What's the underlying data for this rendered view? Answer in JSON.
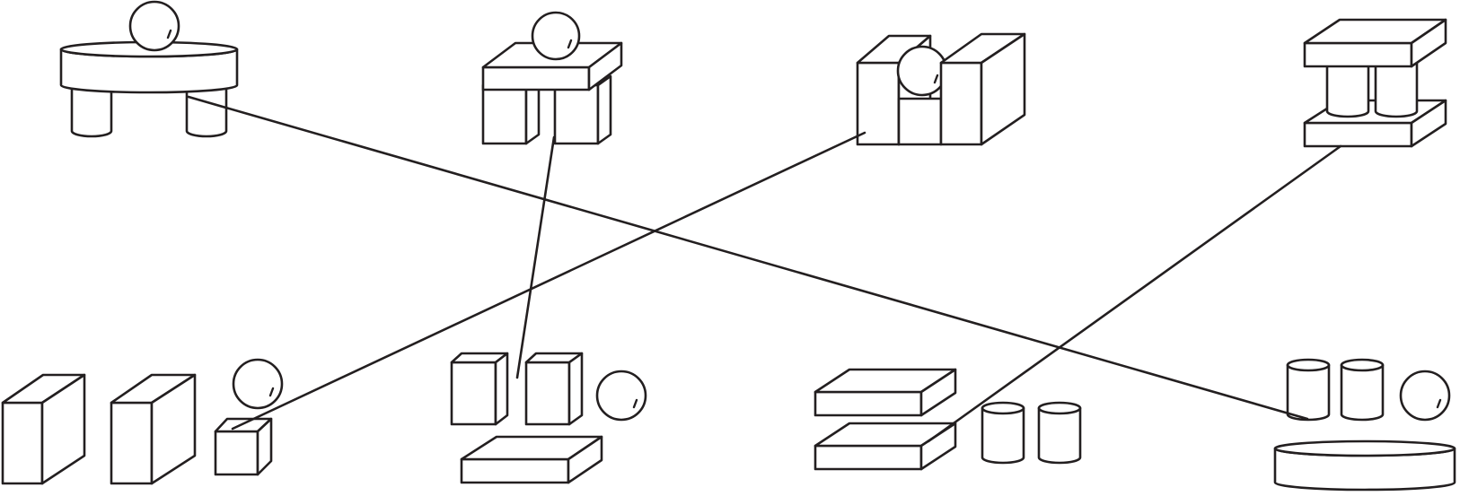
{
  "diagram": {
    "description_text": "",
    "top_row": [
      {
        "id": "A1",
        "name": "round-table-with-ball"
      },
      {
        "id": "A2",
        "name": "slab-on-two-cubes-with-ball"
      },
      {
        "id": "A3",
        "name": "ball-between-two-cubes"
      },
      {
        "id": "A4",
        "name": "two-cylinders-between-slabs"
      }
    ],
    "bottom_row": [
      {
        "id": "B1",
        "name": "two-cubes-small-cube-ball"
      },
      {
        "id": "B2",
        "name": "two-blocks-slab-ball"
      },
      {
        "id": "B3",
        "name": "two-slabs-two-cylinders"
      },
      {
        "id": "B4",
        "name": "three-shapes-and-disc"
      }
    ],
    "connections": [
      {
        "from": "A1",
        "to": "B4"
      },
      {
        "from": "A2",
        "to": "B2"
      },
      {
        "from": "A3",
        "to": "B1"
      },
      {
        "from": "A4",
        "to": "B3"
      }
    ]
  },
  "colors": {
    "stroke": "#231f20",
    "background": "#ffffff"
  }
}
